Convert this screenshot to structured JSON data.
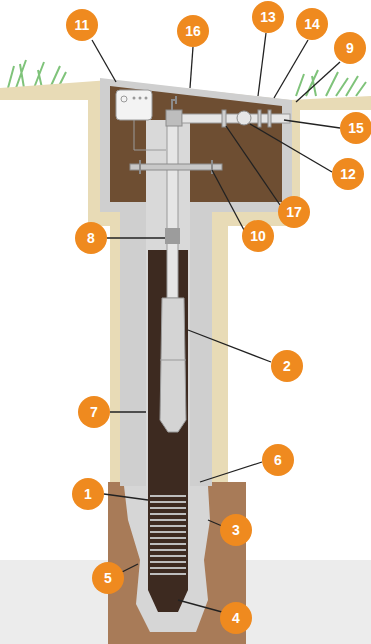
{
  "diagram": {
    "labels": [
      "11",
      "16",
      "13",
      "14",
      "9",
      "15",
      "12",
      "17",
      "10",
      "8",
      "2",
      "7",
      "6",
      "1",
      "3",
      "5",
      "4"
    ]
  }
}
